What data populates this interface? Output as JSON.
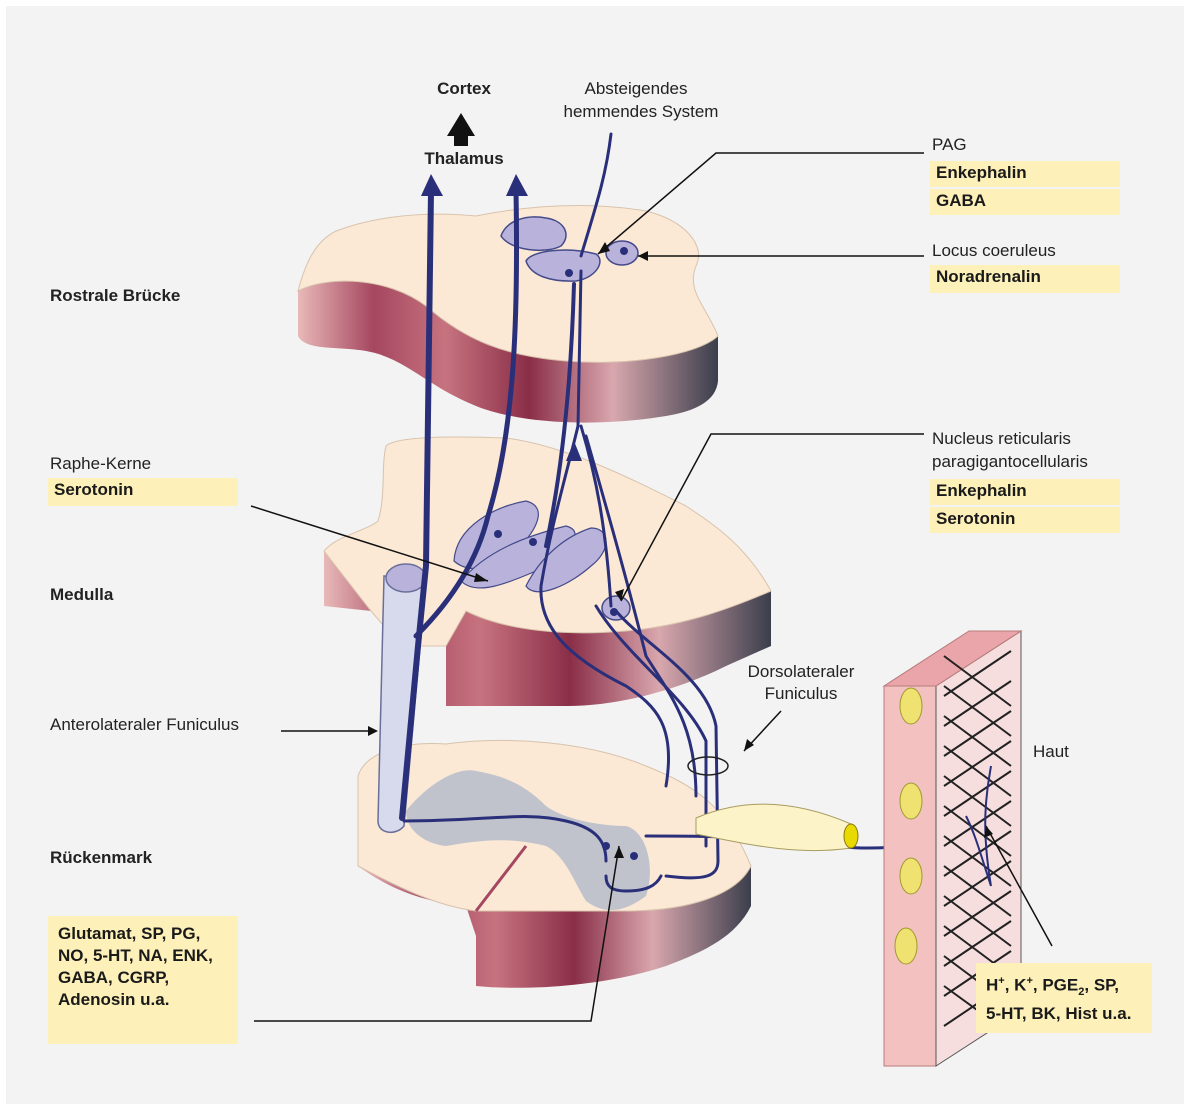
{
  "levels": {
    "rostral": "Rostrale Brücke",
    "medulla": "Medulla",
    "spinal": "Rückenmark"
  },
  "top": {
    "cortex": "Cortex",
    "thalamus": "Thalamus",
    "descending_line1": "Absteigendes",
    "descending_line2": "hemmendes System"
  },
  "pag": {
    "title": "PAG",
    "transmitters": [
      "Enkephalin",
      "GABA"
    ]
  },
  "locus": {
    "title": "Locus coeruleus",
    "transmitter": "Noradrenalin"
  },
  "nucleus": {
    "line1": "Nucleus reticularis",
    "line2": "paragigantocellularis",
    "transmitters": [
      "Enkephalin",
      "Serotonin"
    ]
  },
  "raphe": {
    "title": "Raphe-Kerne",
    "transmitter": "Serotonin"
  },
  "funiculus": {
    "anterolateral": "Anterolateraler Funiculus",
    "dorso_line1": "Dorsolateraler",
    "dorso_line2": "Funiculus"
  },
  "skin": {
    "label": "Haut",
    "mediators_line1": [
      "H",
      "+",
      ", K",
      "+",
      ", PGE",
      "2",
      ", SP,"
    ],
    "mediators_line2": "5-HT, BK, Hist u.a."
  },
  "spinal_transmitters": "Glutamat, SP, PG, NO, 5-HT, NA, ENK, GABA, CGRP, Adenosin u.a.",
  "colors": {
    "background": "#f3f3f3",
    "highlight": "#fdf0b8",
    "tissue": "#fbe9d6",
    "tissue_side": "#9b3d55",
    "pathway": "#2a2f7a",
    "nucleus": "#b9b3dc"
  }
}
